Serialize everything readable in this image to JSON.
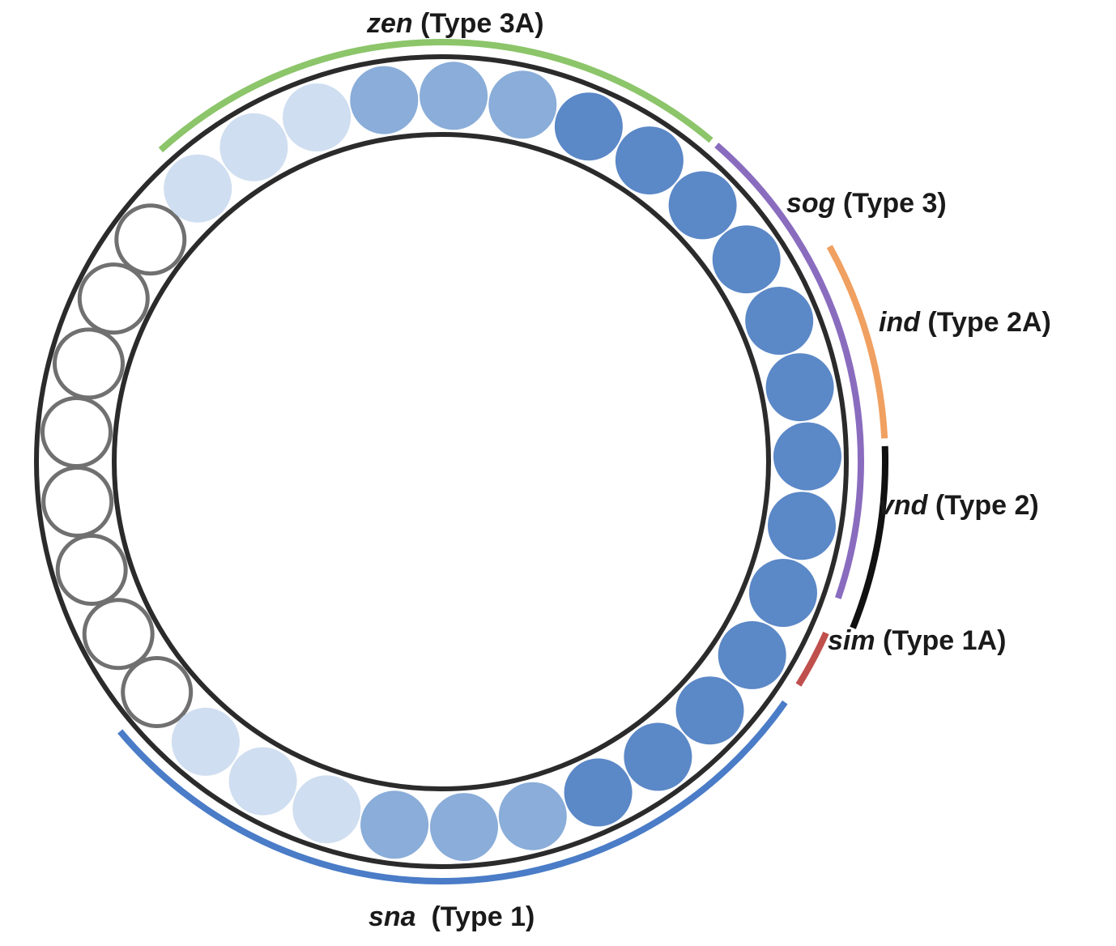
{
  "labels": {
    "zen": {
      "gene": "zen",
      "type": " (Type 3A)"
    },
    "sog": {
      "gene": "sog",
      "type": " (Type 3)"
    },
    "ind": {
      "gene": "ind",
      "type": " (Type 2A)"
    },
    "vnd": {
      "gene": "vnd",
      "type": " (Type 2)"
    },
    "sim": {
      "gene": "sim",
      "type": " (Type 1A)"
    },
    "sna": {
      "gene": "sna",
      "type": "  (Type 1)"
    }
  },
  "colors": {
    "ring": "#2b2b2b",
    "cell_outline": "#707070",
    "cell_empty": "#ffffff",
    "cell_light": "#cfdef0",
    "cell_medium": "#8aadd9",
    "cell_dark": "#5b88c7",
    "zen_arc": "#8cc56a",
    "sog_arc": "#8a6cbf",
    "ind_arc": "#f0a060",
    "vnd_arc": "#111111",
    "sim_arc": "#c0504d",
    "sna_arc": "#4a7cc7"
  },
  "cells": [
    {
      "name": "cell-1",
      "shade": "empty"
    },
    {
      "name": "cell-2",
      "shade": "empty"
    },
    {
      "name": "cell-3",
      "shade": "empty"
    },
    {
      "name": "cell-4",
      "shade": "empty"
    },
    {
      "name": "cell-5",
      "shade": "empty"
    },
    {
      "name": "cell-6",
      "shade": "empty"
    },
    {
      "name": "cell-7",
      "shade": "empty"
    },
    {
      "name": "cell-8",
      "shade": "empty"
    },
    {
      "name": "cell-9",
      "shade": "light"
    },
    {
      "name": "cell-10",
      "shade": "light"
    },
    {
      "name": "cell-11",
      "shade": "light"
    },
    {
      "name": "cell-12",
      "shade": "medium"
    },
    {
      "name": "cell-13",
      "shade": "medium"
    },
    {
      "name": "cell-14",
      "shade": "medium"
    },
    {
      "name": "cell-15",
      "shade": "dark"
    },
    {
      "name": "cell-16",
      "shade": "dark"
    },
    {
      "name": "cell-17",
      "shade": "dark"
    },
    {
      "name": "cell-18",
      "shade": "dark"
    },
    {
      "name": "cell-19",
      "shade": "dark"
    },
    {
      "name": "cell-20",
      "shade": "dark"
    },
    {
      "name": "cell-21",
      "shade": "dark"
    },
    {
      "name": "cell-22",
      "shade": "dark"
    },
    {
      "name": "cell-23",
      "shade": "dark"
    },
    {
      "name": "cell-24",
      "shade": "dark"
    },
    {
      "name": "cell-25",
      "shade": "dark"
    },
    {
      "name": "cell-26",
      "shade": "dark"
    },
    {
      "name": "cell-27",
      "shade": "dark"
    },
    {
      "name": "cell-28",
      "shade": "medium"
    },
    {
      "name": "cell-29",
      "shade": "medium"
    },
    {
      "name": "cell-30",
      "shade": "medium"
    },
    {
      "name": "cell-31",
      "shade": "light"
    },
    {
      "name": "cell-32",
      "shade": "light"
    },
    {
      "name": "cell-33",
      "shade": "light"
    }
  ]
}
